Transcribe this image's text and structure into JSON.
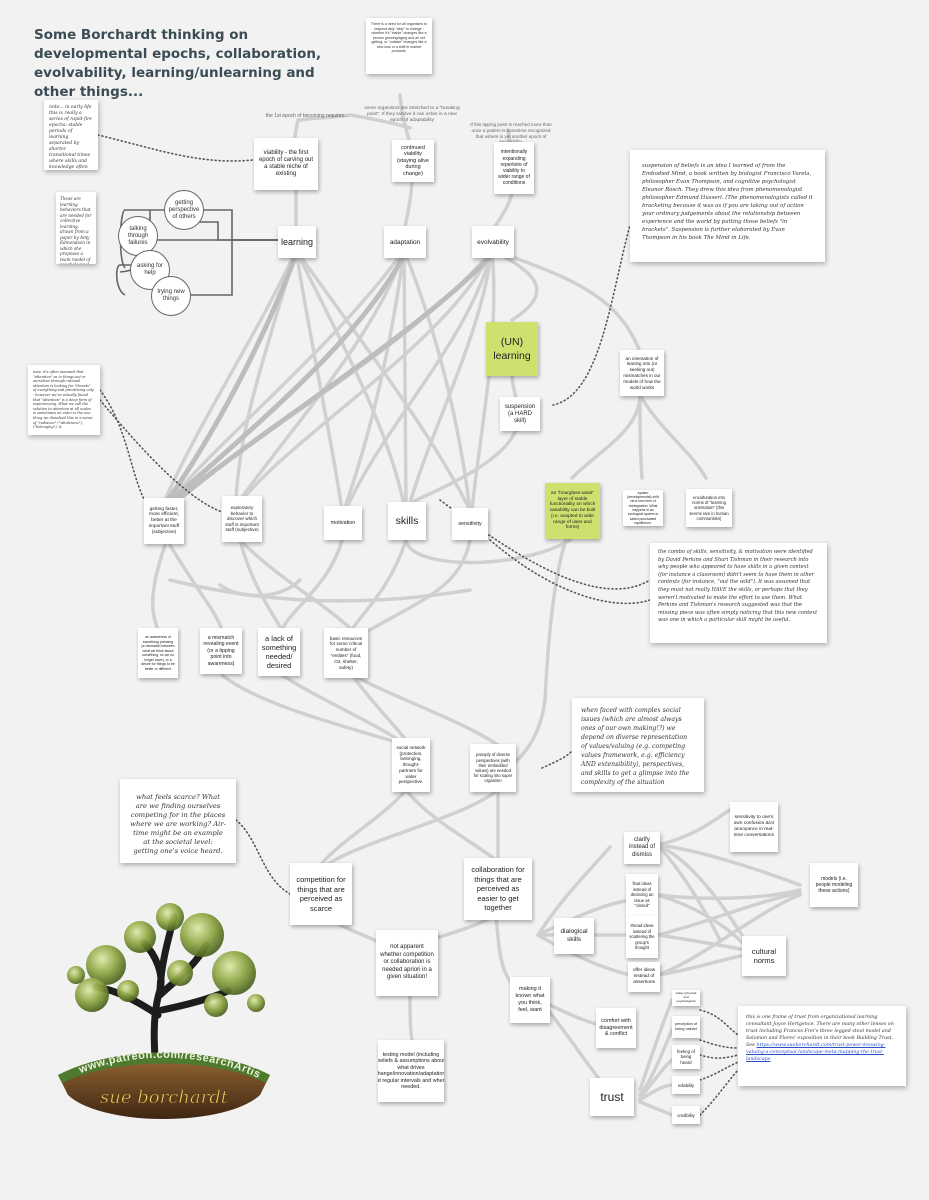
{
  "title": "Some Borchardt thinking on developmental epochs, collaboration, evolvability, learning/unlearning and other things...",
  "notes": {
    "n_top": "There is a need for all organisms to respond ably \"ably\" to change - whether it's \"inside\" changes like a person growing/aging and an old getting, or \"outside\" changes like a new loss or a shift in market products.",
    "n_epochs": "note... in early life this is really a series of rapid-fire epochs: stable periods of learning separated by shorter transitional times where skills and knowledge often \"disintegrate\" before re-stabilizing in a new form...",
    "n_behaviors": "These are learning behaviors that are needed for collective learning, drawn from a paper by Amy Edmondson in which she proposes a team model of psychological safety",
    "n_suspension": "suspension of beliefs is an idea I learned of from the Embodied Mind, a book written by biologist Francisco Varela, philosopher Evan Thompson, and cognitive psychologist Eleanor Rosch. They drew this idea from phenomenologist philosopher Edmund Husserl. (The phenomenologists called it bracketing because it was as if you are taking out of action your ordinary judgements about the relationship between experience and the world by putting those beliefs \"in brackets\". Suspension is further elaborated by Evan Thompson in his book The Mind in Life.",
    "n_left": "note: it's often assumed that \"attention\" as in things out or ourselves through rational attention is looking for \"threats\" of everything and prioritizing only - however we've actually found that \"attention\" is a deep form of experiencing. What we call the solution to attention at all scales is sometimes an outer is the one thing we dissolved this in a sense of \"radiance\" (\"wholeness\"), (\"belonging\"), it.",
    "n_skills": "the combo of skills, sensitivity, & motivation were identified by David Perkins and Shari Tishman in their research into why people who appeared to have skills in a given context (for instance a classroom) didn't seem to have them in other contexts (for instance, \"out the wild\"). It was assumed that they must not really HAVE the skills, or perhaps that they weren't motivated to make the effort to use them. What Perkins and Tishman's research suggested was that the missing piece was often simply noticing that this new context was one in which a particular skill might be useful.",
    "n_complex": "when faced with complex social issues (which are almost always ones of our own making!?) we depend on diverse representation of values/valuing (e.g. competing values framework, e.g. efficiency AND extensibility), perspectives, and skills to get a glimpse into the complexity of the situation",
    "n_scarce": "what feels scarce? What are we finding ourselves competing for in the places where we are working? Air-time might be an example at the societal level: getting one's voice heard.",
    "n_trust": "this is one frame of trust from organizational learning consultant Joyce Hertgence. There are many other lenses on trust including Frances Frei's three legged stool model and Solomon and Flores' exposition in their book Building Trust. See",
    "n_trust_link": "https://www.sueborchardt.com/trust-power-knowing-valuing-a-conceptual-landscape-meta-mapping-the-trust-landscape"
  },
  "labels": {
    "l_epoch": "the 1st epoch of becoming requires...",
    "l_stretched": "some organisms are stretched to a \"breaking point\". If they survive it can usher in a new epoch of adaptability",
    "l_tipping": "If this tipping point is reached more than once a pattern is sometime recognized that ushers in yet another epoch of evolvability."
  },
  "nodes": {
    "viability": "viability - the first epoch of carving out a stable niche of existing",
    "continued": "continued viability (staying alive during change)",
    "intentional": "intentionally expanding repertoire of viability to wider range of conditions",
    "learning": "learning",
    "adaptation": "adaptation",
    "evolvability": "evolvability",
    "unlearning": "(UN) learning",
    "orientation": "an orientation of leaning into (or seeking out) mismatches in our models of how the world works",
    "suspension": "suspension (a HARD skill)",
    "hourglass": "an \"hourglass waist\" layer of stable functionality on which variability can be built (i.e. exapted to wide range of uses and forms)",
    "system_dev": "system (developmental) shift via a new form of reintegration. What happens in an ecological system is called punctuated equilibrium.",
    "enculturation": "enculturation into norms of \"learning orientation\" (this seems rare in human communities)",
    "faster": "getting faster, more efficient, better at the important stuff (subjective)",
    "exploratory": "exploratory behavior to discover which stuff is important stuff (subjective)",
    "motivation": "motivation",
    "skills": "skills",
    "sensitivity": "sensitivity",
    "awareness": "an awareness of something pressing (a mismatch between what we think about something, so we no longer have), or a desire for things to be better or different",
    "mismatch": "a mismatch revealing event (or a tipping point into awareness)",
    "lack": "a lack of something needed/ desired",
    "basic": "basic resources for some critical number of \"entities\" (food, O2, shelter, safety)",
    "social": "social network (protection, belonging, thought-partners for wider perspective.",
    "panoply": "panoply of diverse perspectives (with their embedded values) are needed for scaling into super organism",
    "competition": "competition for things that are perceived as scarce",
    "collaboration": "collaboration for things that are perceived as easier to get together",
    "not_apparent": "not apparent whether competition or collaboration is needed apriori in a given situation!",
    "testing": "testing model (including beliefs & assumptions about what drives change/innovation/adaptation) at regular intervals and when needed.",
    "dialogical": "dialogical skills",
    "making": "making it known what you think, feel, want",
    "comfort": "comfort with disagreement & conflict",
    "trust": "trust",
    "clarify": "clarify instead of dismiss",
    "float": "float ideas instead of declaring an issue as \"closed\"",
    "thread": "thread ideas instead of scattering the group's thought",
    "offer": "offer ideas instead of assertions",
    "sensitivity_conf": "sensitivity to one's own confusion &/or annoyance in real-time conversations",
    "models": "models (i.e. people modeling these actions)",
    "cultural": "cultural norms",
    "safety": "safety (physical and psychological)",
    "perception": "perception of being valued",
    "heard": "feeling of being heard",
    "reliability": "reliability",
    "credibility": "credibility"
  },
  "circles": {
    "perspective": "getting perspective of others",
    "failures": "talking through failures",
    "help": "asking for help",
    "trying": "trying new things"
  },
  "logo": {
    "url": "www.patreon.com/researchArtist",
    "name": "sue borchardt"
  },
  "colors": {
    "background": "#f2f2f2",
    "title": "#3b4c55",
    "highlight": "#cfe06e",
    "link": "#2950c9",
    "connector": "#c4c4c4"
  }
}
